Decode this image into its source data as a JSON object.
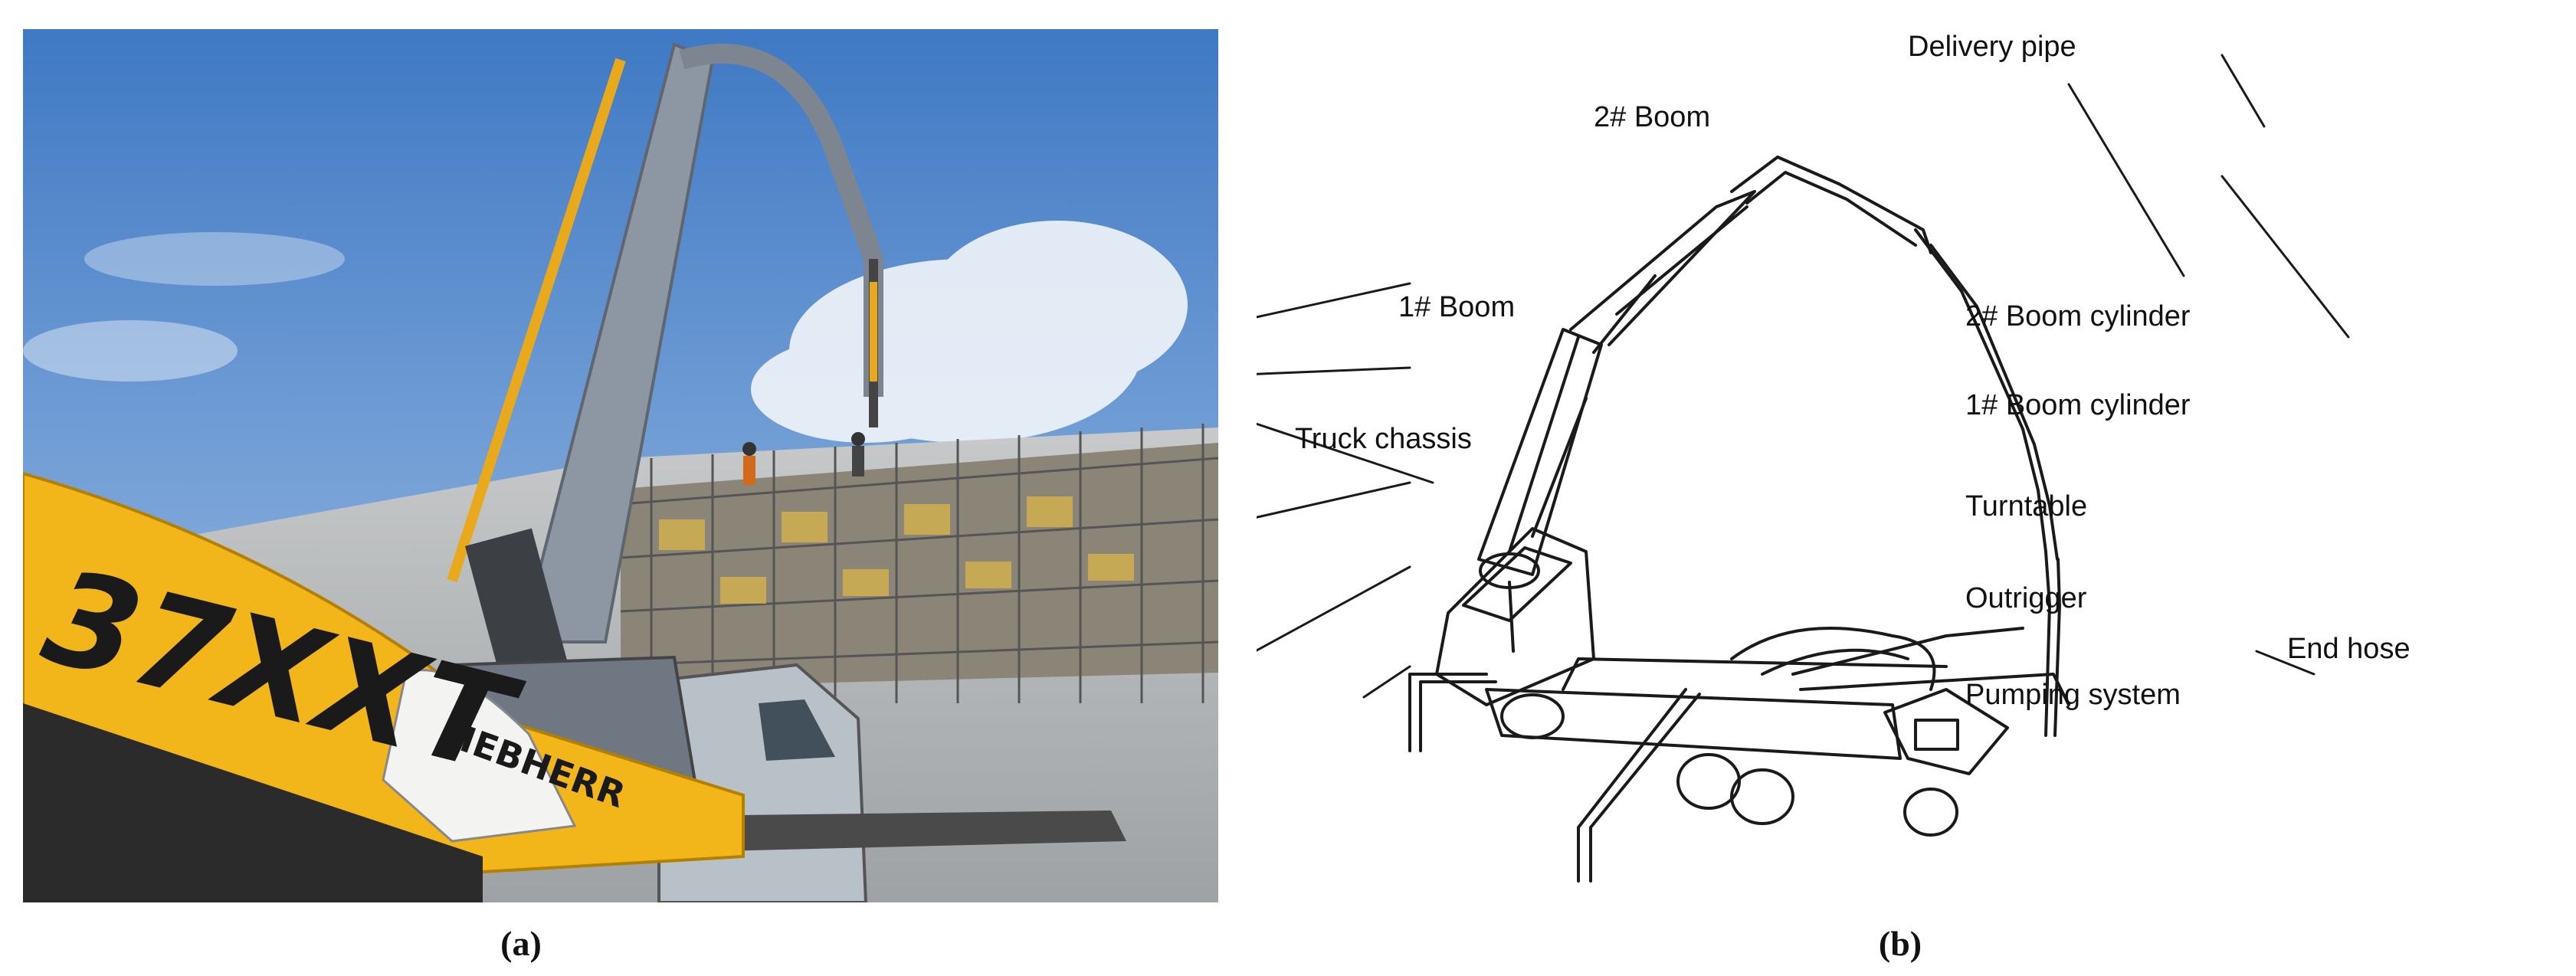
{
  "panel_a": {
    "caption": "(a)",
    "truck_model_text": "37XXT",
    "brand_text": "LIEBHERR"
  },
  "panel_b": {
    "caption": "(b)",
    "labels": {
      "delivery_pipe": "Delivery pipe",
      "boom_2": "2# Boom",
      "boom_1": "1# Boom",
      "boom_2_cylinder": "2# Boom cylinder",
      "boom_1_cylinder": "1# Boom cylinder",
      "truck_chassis": "Truck chassis",
      "turntable": "Turntable",
      "outrigger": "Outrigger",
      "pumping_system": "Pumping system",
      "end_hose": "End hose"
    }
  },
  "colors": {
    "sky": "#5b8fcf",
    "sky_light": "#a9c6e8",
    "cloud": "#f2f5fa",
    "truck_yellow": "#f2b51a",
    "boom_grey": "#8d96a3",
    "wall_concrete": "#b9bcbe",
    "scaffold": "#6e6e6e",
    "line": "#1a1a1a"
  }
}
